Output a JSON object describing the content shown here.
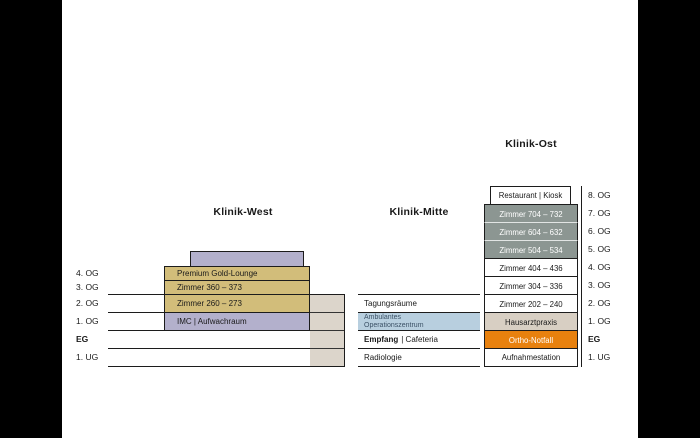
{
  "west": {
    "title": "Klinik-West",
    "floors": [
      {
        "floor": "4. OG",
        "label": "Premium Gold-Lounge"
      },
      {
        "floor": "3. OG",
        "label": "Zimmer 360 – 373"
      },
      {
        "floor": "2. OG",
        "label": "Zimmer 260 – 273"
      },
      {
        "floor": "1. OG",
        "label": "IMC | Aufwachraum"
      }
    ]
  },
  "mitte": {
    "title": "Klinik-Mitte",
    "floors": [
      {
        "floor": "2. OG",
        "label": "Tagungsräume"
      },
      {
        "floor": "1. OG",
        "label_line1": "Ambulantes",
        "label_line2": "Operationszentrum"
      },
      {
        "floor": "EG",
        "label_bold": "Empfang",
        "label_rest": "| Cafeteria"
      },
      {
        "floor": "1. UG",
        "label": "Radiologie"
      }
    ]
  },
  "ost": {
    "title": "Klinik-Ost",
    "floors": [
      {
        "floor": "8. OG",
        "label": "Restaurant | Kiosk"
      },
      {
        "floor": "7. OG",
        "label": "Zimmer 704 – 732"
      },
      {
        "floor": "6. OG",
        "label": "Zimmer 604 – 632"
      },
      {
        "floor": "5. OG",
        "label": "Zimmer 504 – 534"
      },
      {
        "floor": "4. OG",
        "label": "Zimmer 404 – 436"
      },
      {
        "floor": "3. OG",
        "label": "Zimmer 304 – 336"
      },
      {
        "floor": "2. OG",
        "label": "Zimmer 202 – 240"
      },
      {
        "floor": "1. OG",
        "label": "Hausarztpraxis"
      },
      {
        "floor": "EG",
        "label": "Ortho-Notfall"
      },
      {
        "floor": "1. UG",
        "label": "Aufnahmestation"
      }
    ]
  },
  "left_axis": [
    "4. OG",
    "3. OG",
    "2. OG",
    "1. OG",
    "EG",
    "1. UG"
  ],
  "right_axis": [
    "8. OG",
    "7. OG",
    "6. OG",
    "5. OG",
    "4. OG",
    "3. OG",
    "2. OG",
    "1. OG",
    "EG",
    "1. UG"
  ],
  "colors": {
    "gold": "#d2bd7a",
    "lavender": "#b3b0cc",
    "light_blue": "#b8cfdf",
    "beige": "#d8cfc3",
    "gray_rooms": "#8c9692",
    "orange": "#e8810e",
    "line": "#1c1c1c",
    "background": "#ffffff",
    "letterbox": "#000000"
  }
}
